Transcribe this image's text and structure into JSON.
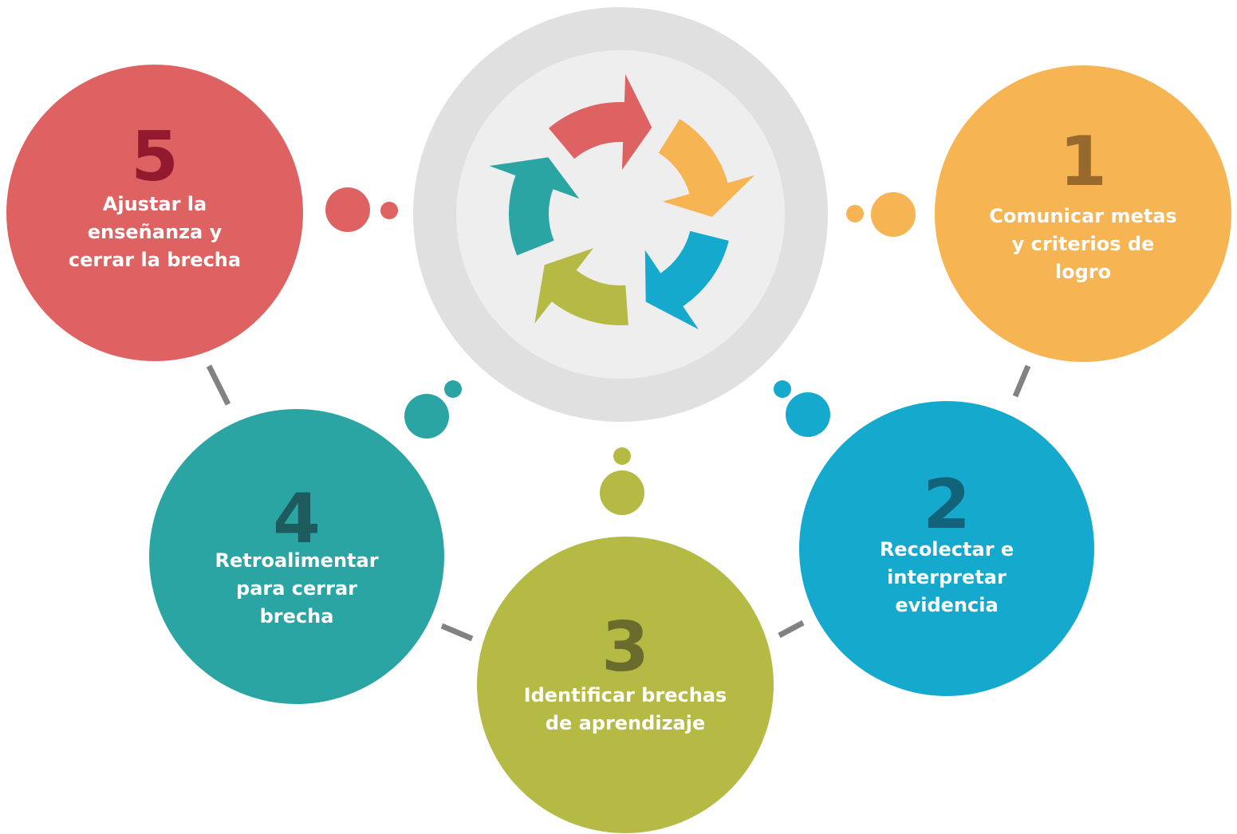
{
  "colors": {
    "red": "#DF6262",
    "orange": "#F6B453",
    "blue": "#15AACD",
    "green": "#B5BA45",
    "teal": "#2BA5A4",
    "ring_outer": "#E0E0E0",
    "ring_inner": "#EEEEEE",
    "connector": "#828283"
  },
  "center": {
    "icon": "refresh-cycle-icon"
  },
  "steps": [
    {
      "number": "1",
      "lines": [
        "Comunicar metas",
        "y criterios de",
        "logro"
      ]
    },
    {
      "number": "2",
      "lines": [
        "Recolectar e",
        "interpretar",
        "evidencia"
      ]
    },
    {
      "number": "3",
      "lines": [
        "Identificar brechas",
        "de aprendizaje"
      ]
    },
    {
      "number": "4",
      "lines": [
        "Retroalimentar",
        "para cerrar",
        "brecha"
      ]
    },
    {
      "number": "5",
      "lines": [
        "Ajustar la",
        "enseñanza y",
        "cerrar la brecha"
      ]
    }
  ]
}
